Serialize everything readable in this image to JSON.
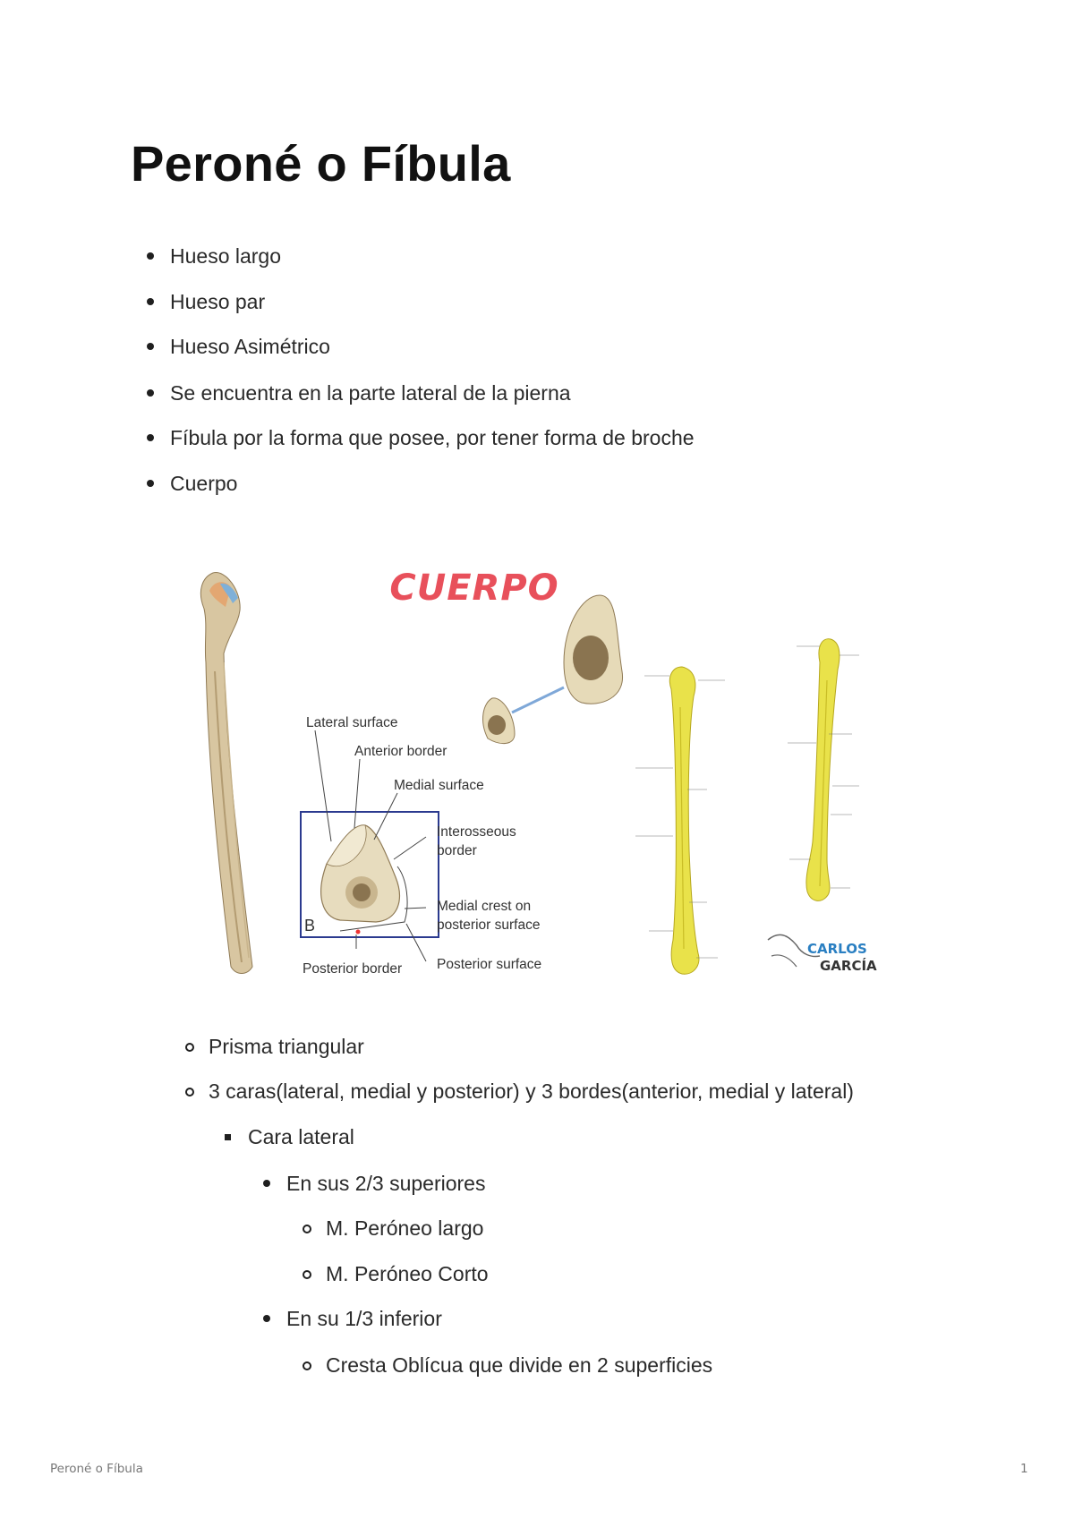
{
  "document": {
    "title": "Peroné o Fíbula",
    "bullets": [
      "Hueso largo",
      "Hueso par",
      "Hueso Asimétrico",
      "Se encuentra en la parte lateral de la pierna",
      "Fíbula por la forma que posee, por tener forma de broche",
      "Cuerpo"
    ],
    "sub_bullets": [
      "Prisma triangular",
      "3 caras(lateral, medial y posterior) y 3 bordes(anterior, medial y lateral)",
      "Cara lateral",
      "En sus 2/3 superiores",
      "M. Peróneo largo",
      "M. Peróneo Corto",
      "En su 1/3 inferior",
      "Cresta Oblícua que divide en 2 superficies"
    ]
  },
  "figure": {
    "heading": "CUERPO",
    "panel_letter": "B",
    "labels": {
      "lateral_surface": "Lateral surface",
      "anterior_border": "Anterior border",
      "medial_surface": "Medial surface",
      "interosseous_border": "Interosseous",
      "interosseous_border_2": "border",
      "medial_crest": "Medial crest on",
      "medial_crest_2": "posterior surface",
      "posterior_border": "Posterior border",
      "posterior_surface": "Posterior surface"
    },
    "logo_line1": "CARLOS",
    "logo_line2": "GARCÍA",
    "colors": {
      "heading": "#e8505b",
      "bone": "#d9c7a3",
      "yellow_bone": "#e9e24a",
      "frame": "#2b3a8f",
      "logo": "#2a7fc2"
    }
  },
  "footer": {
    "doc_name": "Peroné o Fíbula",
    "page_number": "1"
  }
}
